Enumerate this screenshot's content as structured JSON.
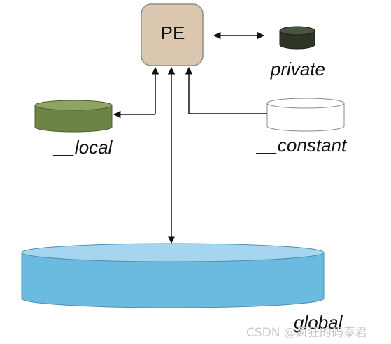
{
  "pe": {
    "label": "PE"
  },
  "memories": {
    "private": {
      "label": "__private",
      "color": "#2e3527"
    },
    "local": {
      "label": "__local",
      "color": "#6e8446"
    },
    "constant": {
      "label": "__constant",
      "color": "#ffffff"
    },
    "global": {
      "label": "global",
      "color": "#6bbbe0"
    }
  },
  "colors": {
    "pe_fill": "#dcc8b0",
    "pe_stroke": "#8a8a8a",
    "arrow": "#111111"
  },
  "watermark": "CSDN @疯狂的码泰君"
}
